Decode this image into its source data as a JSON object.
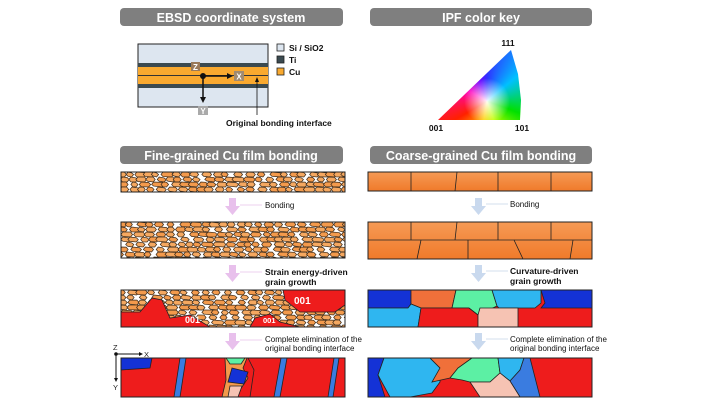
{
  "ebsd": {
    "title": "EBSD coordinate system",
    "legend": [
      "Si / SiO2",
      "Ti",
      "Cu"
    ],
    "axes": {
      "z": "Z",
      "x": "X",
      "y": "Y"
    },
    "interface_label": "Original bonding interface"
  },
  "ipf": {
    "title": "IPF color key",
    "corners": {
      "top": "111",
      "left": "001",
      "right": "101"
    }
  },
  "fine": {
    "title": "Fine-grained Cu film bonding",
    "step1": "Bonding",
    "step2": [
      "Strain energy-driven",
      "grain growth"
    ],
    "step3": [
      "Complete elimination of the",
      "original bonding interface"
    ],
    "grain_labels": [
      "001",
      "001",
      "001"
    ],
    "axes": {
      "z": "Z",
      "x": "X",
      "y": "Y"
    }
  },
  "coarse": {
    "title": "Coarse-grained Cu film bonding",
    "step1": "Bonding",
    "step2": [
      "Curvature-driven",
      "grain growth"
    ],
    "step3": [
      "Complete elimination of the",
      "original bonding interface"
    ]
  },
  "colors": {
    "cu": "#f39a4c",
    "red": "#ee1c1c",
    "blue": "#1432d6",
    "lightblue": "#2fb6f0",
    "green": "#5cf0a4",
    "pink": "#f6c3b3",
    "arrow": "#e8c0ec",
    "arrow_right": "#c9d9ee"
  }
}
